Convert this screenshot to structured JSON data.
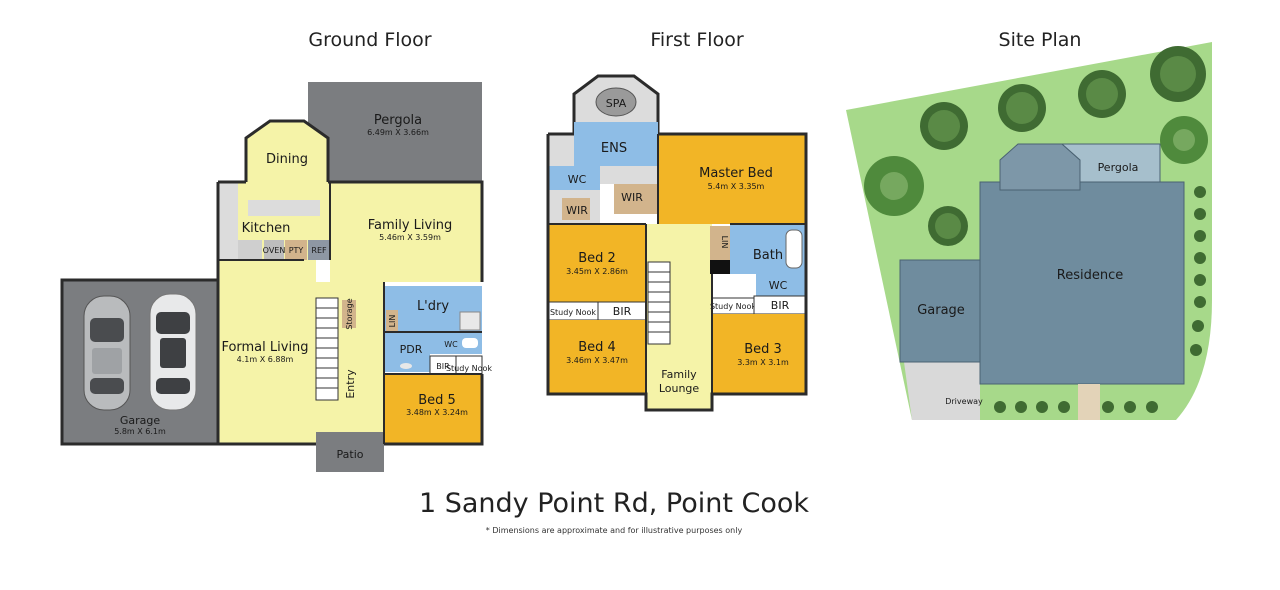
{
  "titles": {
    "ground": "Ground Floor",
    "first": "First Floor",
    "site": "Site Plan"
  },
  "ground_floor": {
    "pergola": {
      "name": "Pergola",
      "dims": "6.49m X 3.66m"
    },
    "dining": "Dining",
    "kitchen": "Kitchen",
    "oven": "OVEN",
    "pty": "PTY",
    "ref": "REF",
    "family_living": {
      "name": "Family Living",
      "dims": "5.46m X 3.59m"
    },
    "laundry": "L'dry",
    "lin": "LIN",
    "storage": "Storage",
    "pdr": "PDR",
    "wc": "WC",
    "bir": "BIR",
    "study_nook": "Study Nook",
    "formal_living": {
      "name": "Formal Living",
      "dims": "4.1m X 6.88m"
    },
    "entry": "Entry",
    "bed5": {
      "name": "Bed 5",
      "dims": "3.48m X 3.24m"
    },
    "garage": {
      "name": "Garage",
      "dims": "5.8m X 6.1m"
    },
    "patio": "Patio"
  },
  "first_floor": {
    "spa": "SPA",
    "ens": "ENS",
    "wc1": "WC",
    "wir1": "WIR",
    "wir2": "WIR",
    "master_bed": {
      "name": "Master Bed",
      "dims": "5.4m X 3.35m"
    },
    "bed2": {
      "name": "Bed 2",
      "dims": "3.45m X 2.86m"
    },
    "lin": "LIN",
    "bath": "Bath",
    "wc2": "WC",
    "study_nook_left": "Study Nook",
    "bir_left": "BIR",
    "study_nook_right": "Study Nook",
    "bir_right": "BIR",
    "bed4": {
      "name": "Bed 4",
      "dims": "3.46m X 3.47m"
    },
    "bed3": {
      "name": "Bed 3",
      "dims": "3.3m X 3.1m"
    },
    "family_lounge_1": "Family",
    "family_lounge_2": "Lounge"
  },
  "site_plan": {
    "pergola": "Pergola",
    "residence": "Residence",
    "garage": "Garage",
    "driveway": "Driveway"
  },
  "address": "1 Sandy Point Rd, Point Cook",
  "disclaimer": "* Dimensions are approximate and for illustrative purposes only",
  "colors": {
    "living": "#f5f3a8",
    "bedroom": "#f2b526",
    "wet": "#8ebde6",
    "outdoor_grey": "#7b7d80",
    "storage": "#d2b48c",
    "grass": "#a7d98a",
    "roof": "#6f8c9e"
  }
}
